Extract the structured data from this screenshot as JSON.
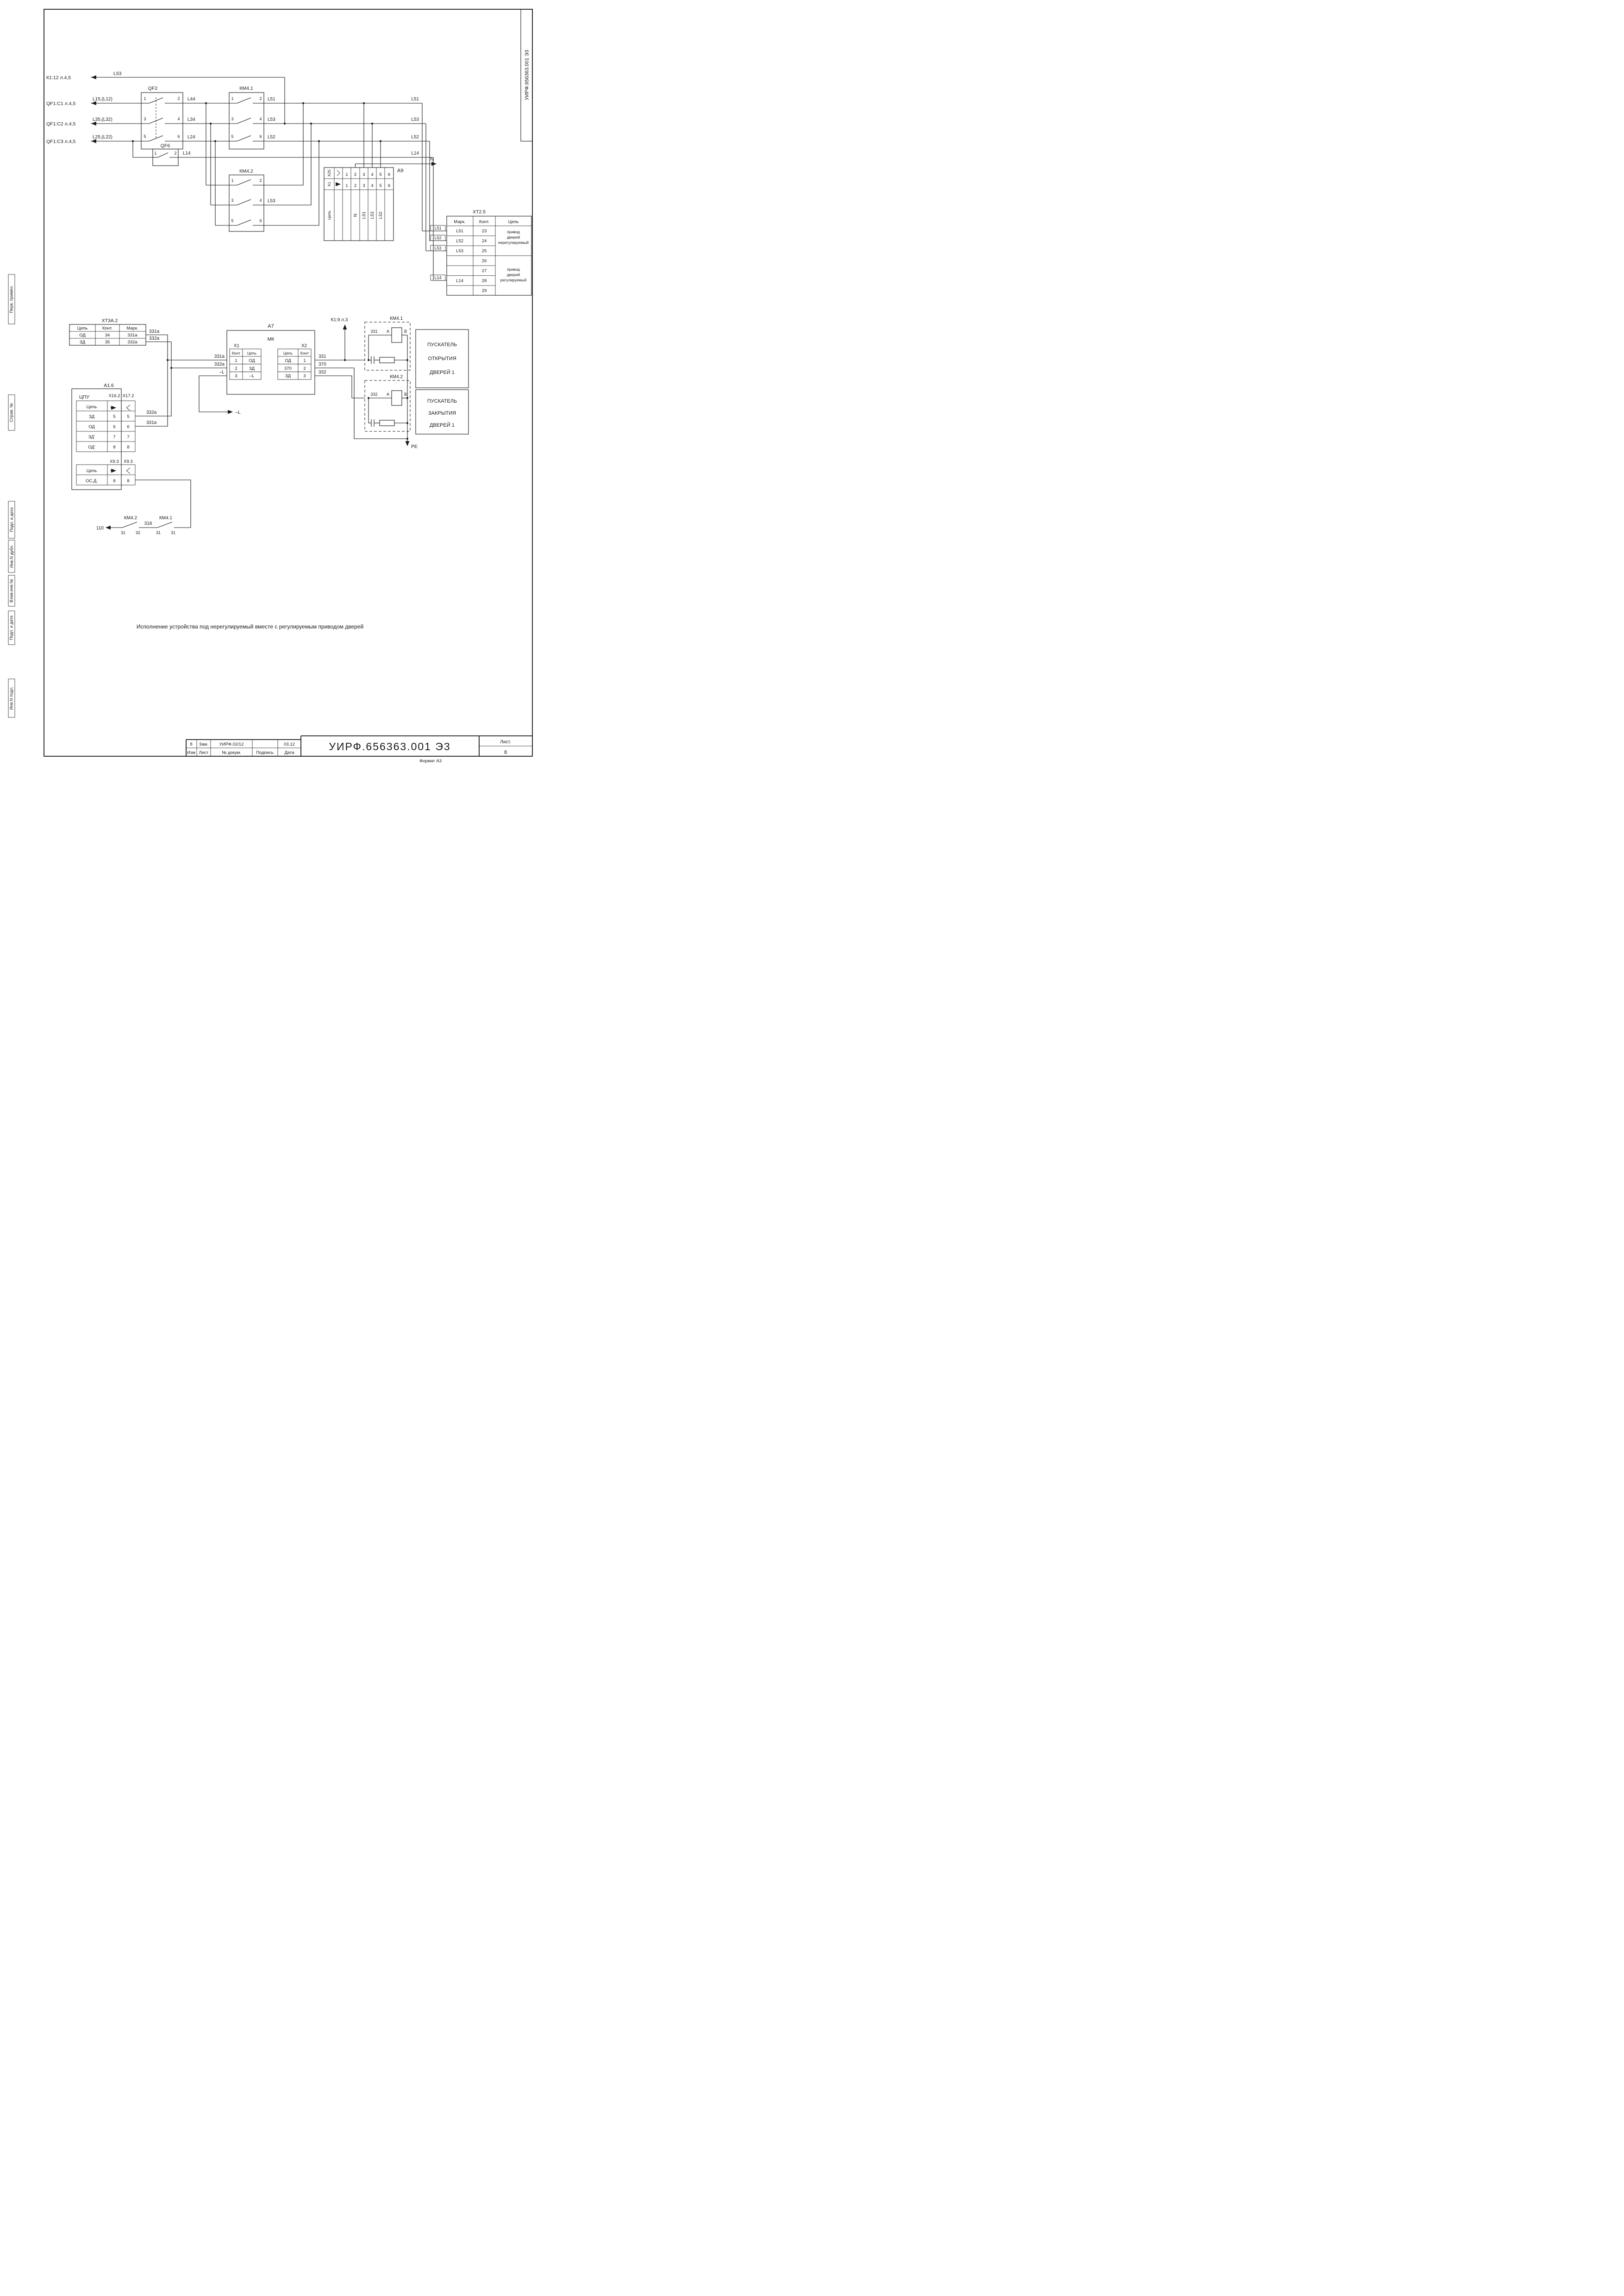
{
  "colors": {
    "ink": "#1a1a1a",
    "paper": "#ffffff"
  },
  "doc": {
    "code": "УИРФ.656363.001 Э3",
    "code_vertical": "УИРФ.656363.001 Э3",
    "caption": "Исполнение устройства под нерегулируемый вместе с регулируемым приводом дверей",
    "format_note": "Формат А3",
    "sheet_label": "Лист.",
    "sheet_number": "8"
  },
  "title_block": {
    "row1": [
      "8",
      "Зам.",
      "УИРФ.02/12",
      "",
      "03.12"
    ],
    "row2": [
      "Изм",
      "Лист",
      "№ докум.",
      "Подпись",
      "Дата"
    ]
  },
  "stamps": [
    "Перв. примен.",
    "Справ. №",
    "Подп. и дата",
    "Инв.N дубл.",
    "Взам.инв.№",
    "Подп. и дата",
    "Инв.N подл."
  ],
  "refs": {
    "k1_12": "К1:12 л.4,5",
    "qf1_c1": "QF1:C1 л.4,5",
    "qf1_c2": "QF1:C2 л.4,5",
    "qf1_c3": "QF1:C3 л.4,5",
    "k1_9": "К1:9 л.3",
    "ref_110": "110",
    "wire_318": "318",
    "n": "N",
    "pe": "PE",
    "minus_l": "–L"
  },
  "wires": {
    "l53_top": "L53",
    "l15": "L15,(L12)",
    "l35": "L35,(L32)",
    "l25": "L25,(L22)",
    "l44": "L44",
    "l34": "L34",
    "l24": "L24",
    "l14_qf6": "L14",
    "km41_out": [
      "L51",
      "L53",
      "L52"
    ],
    "km42_out_l53": "L53",
    "bus": {
      "l51": "L51",
      "l53": "L53",
      "l52": "L52",
      "l14": "L14"
    },
    "xt25_stubs": [
      "L51",
      "L52",
      "L53",
      "L14"
    ],
    "w331a": "331а",
    "w332a": "332а",
    "w331": "331",
    "w370": "370",
    "w332": "332"
  },
  "qf2": {
    "label": "QF2",
    "pins": [
      "1",
      "2",
      "3",
      "4",
      "5",
      "6"
    ]
  },
  "qf6": {
    "label": "QF6",
    "pins": [
      "1",
      "2"
    ]
  },
  "km41": {
    "label": "КМ4.1",
    "pins": [
      "1",
      "2",
      "3",
      "4",
      "5",
      "6"
    ]
  },
  "km42": {
    "label": "КМ4.2",
    "pins": [
      "1",
      "2",
      "3",
      "4",
      "5",
      "6"
    ]
  },
  "a9": {
    "label": "А9",
    "x25": "Х25",
    "x1": "Х1",
    "cep": "Цепь",
    "pins_top": [
      "1",
      "2",
      "3",
      "4",
      "5",
      "6"
    ],
    "pins_bottom": [
      "1",
      "2",
      "3",
      "4",
      "5",
      "6"
    ],
    "signals": [
      "N",
      "L51",
      "L53",
      "L52"
    ]
  },
  "xt25": {
    "title": "ХТ2.5",
    "headers": [
      "Марк.",
      "Конт.",
      "Цепь"
    ],
    "mark": [
      "L51",
      "L52",
      "L53",
      "",
      "",
      "L14",
      ""
    ],
    "cont": [
      "23",
      "24",
      "25",
      "26",
      "27",
      "28",
      "29"
    ],
    "group1": [
      "привод",
      "дверей",
      "нерегулируемый"
    ],
    "group2": [
      "привод",
      "дверей",
      "регулируемый"
    ]
  },
  "xt3a2": {
    "title": "ХТ3А.2",
    "headers": [
      "Цепь",
      "Конт.",
      "Марк."
    ],
    "rows": [
      [
        "ОД",
        "34",
        "331а"
      ],
      [
        "ЗД",
        "35",
        "332а"
      ]
    ]
  },
  "a7": {
    "label": "А7",
    "mk": "МК",
    "x1": {
      "title": "Х1",
      "headers": [
        "Конт",
        "Цепь"
      ],
      "rows": [
        [
          "1",
          "ОД"
        ],
        [
          "2",
          "ЗД"
        ],
        [
          "3",
          "–L"
        ]
      ]
    },
    "x2": {
      "title": "Х2",
      "headers": [
        "Цепь",
        "Конт"
      ],
      "rows": [
        [
          "ОД",
          "1"
        ],
        [
          "370",
          "2"
        ],
        [
          "ЗД",
          "3"
        ]
      ]
    }
  },
  "km41_coil": {
    "label": "КМ4.1",
    "wire": "331",
    "a": "А",
    "b": "В"
  },
  "km42_coil": {
    "label": "КМ4.2",
    "wire": "332",
    "a": "А",
    "b": "В"
  },
  "starter1": [
    "ПУСКАТЕЛЬ",
    "ОТКРЫТИЯ",
    "ДВЕРЕЙ 1"
  ],
  "starter2": [
    "ПУСКАТЕЛЬ",
    "ЗАКРЫТИЯ",
    "ДВЕРЕЙ 1"
  ],
  "a16": {
    "label": "А1.6",
    "cpu": "ЦПУ",
    "x162": "Х16.2",
    "x172": "Х17.2",
    "cep": "Цепь",
    "rows": [
      [
        "ЗД",
        "5",
        "5"
      ],
      [
        "ОД",
        "6",
        "6"
      ],
      [
        "ЗД’",
        "7",
        "7"
      ],
      [
        "ОД’",
        "8",
        "8"
      ]
    ]
  },
  "x93": {
    "left": "Х9.3",
    "right": "Х9.3",
    "cep": "Цепь",
    "row": [
      "ОС.Д.",
      "8",
      "8"
    ]
  },
  "chain": {
    "km42": "КМ4.2",
    "km41": "КМ4.1",
    "pins42": [
      "31",
      "32"
    ],
    "pins41": [
      "31",
      "31"
    ]
  }
}
